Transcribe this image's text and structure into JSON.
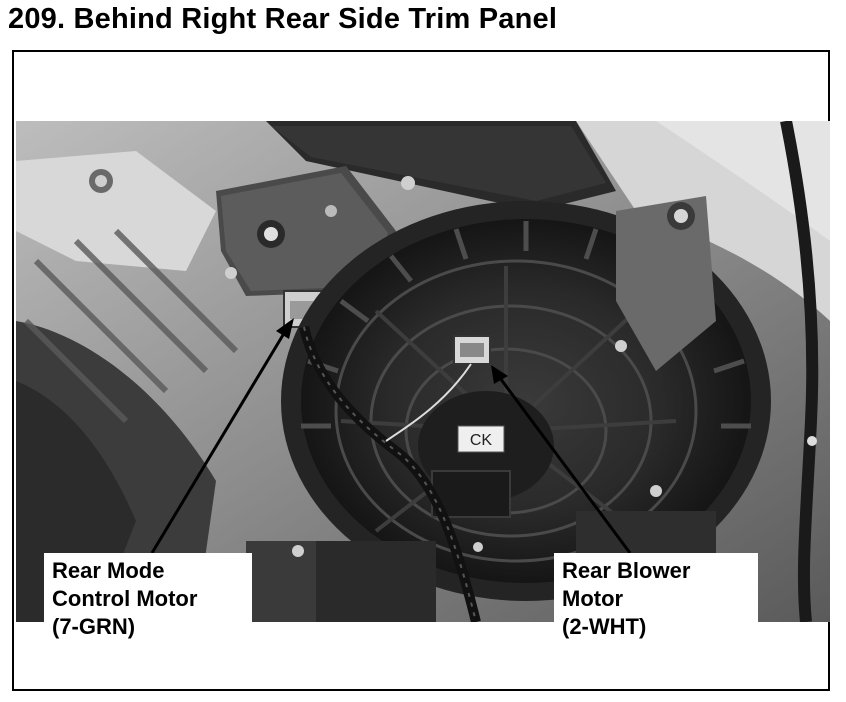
{
  "title": "209.  Behind Right Rear Side Trim Panel",
  "callouts": {
    "rear_mode": {
      "line1": "Rear Mode",
      "line2": "Control Motor",
      "line3": "(7-GRN)"
    },
    "rear_blower": {
      "line1": "Rear Blower",
      "line2": "Motor",
      "line3": "(2-WHT)"
    }
  },
  "photo_labels": {
    "motor_label": "CK"
  }
}
